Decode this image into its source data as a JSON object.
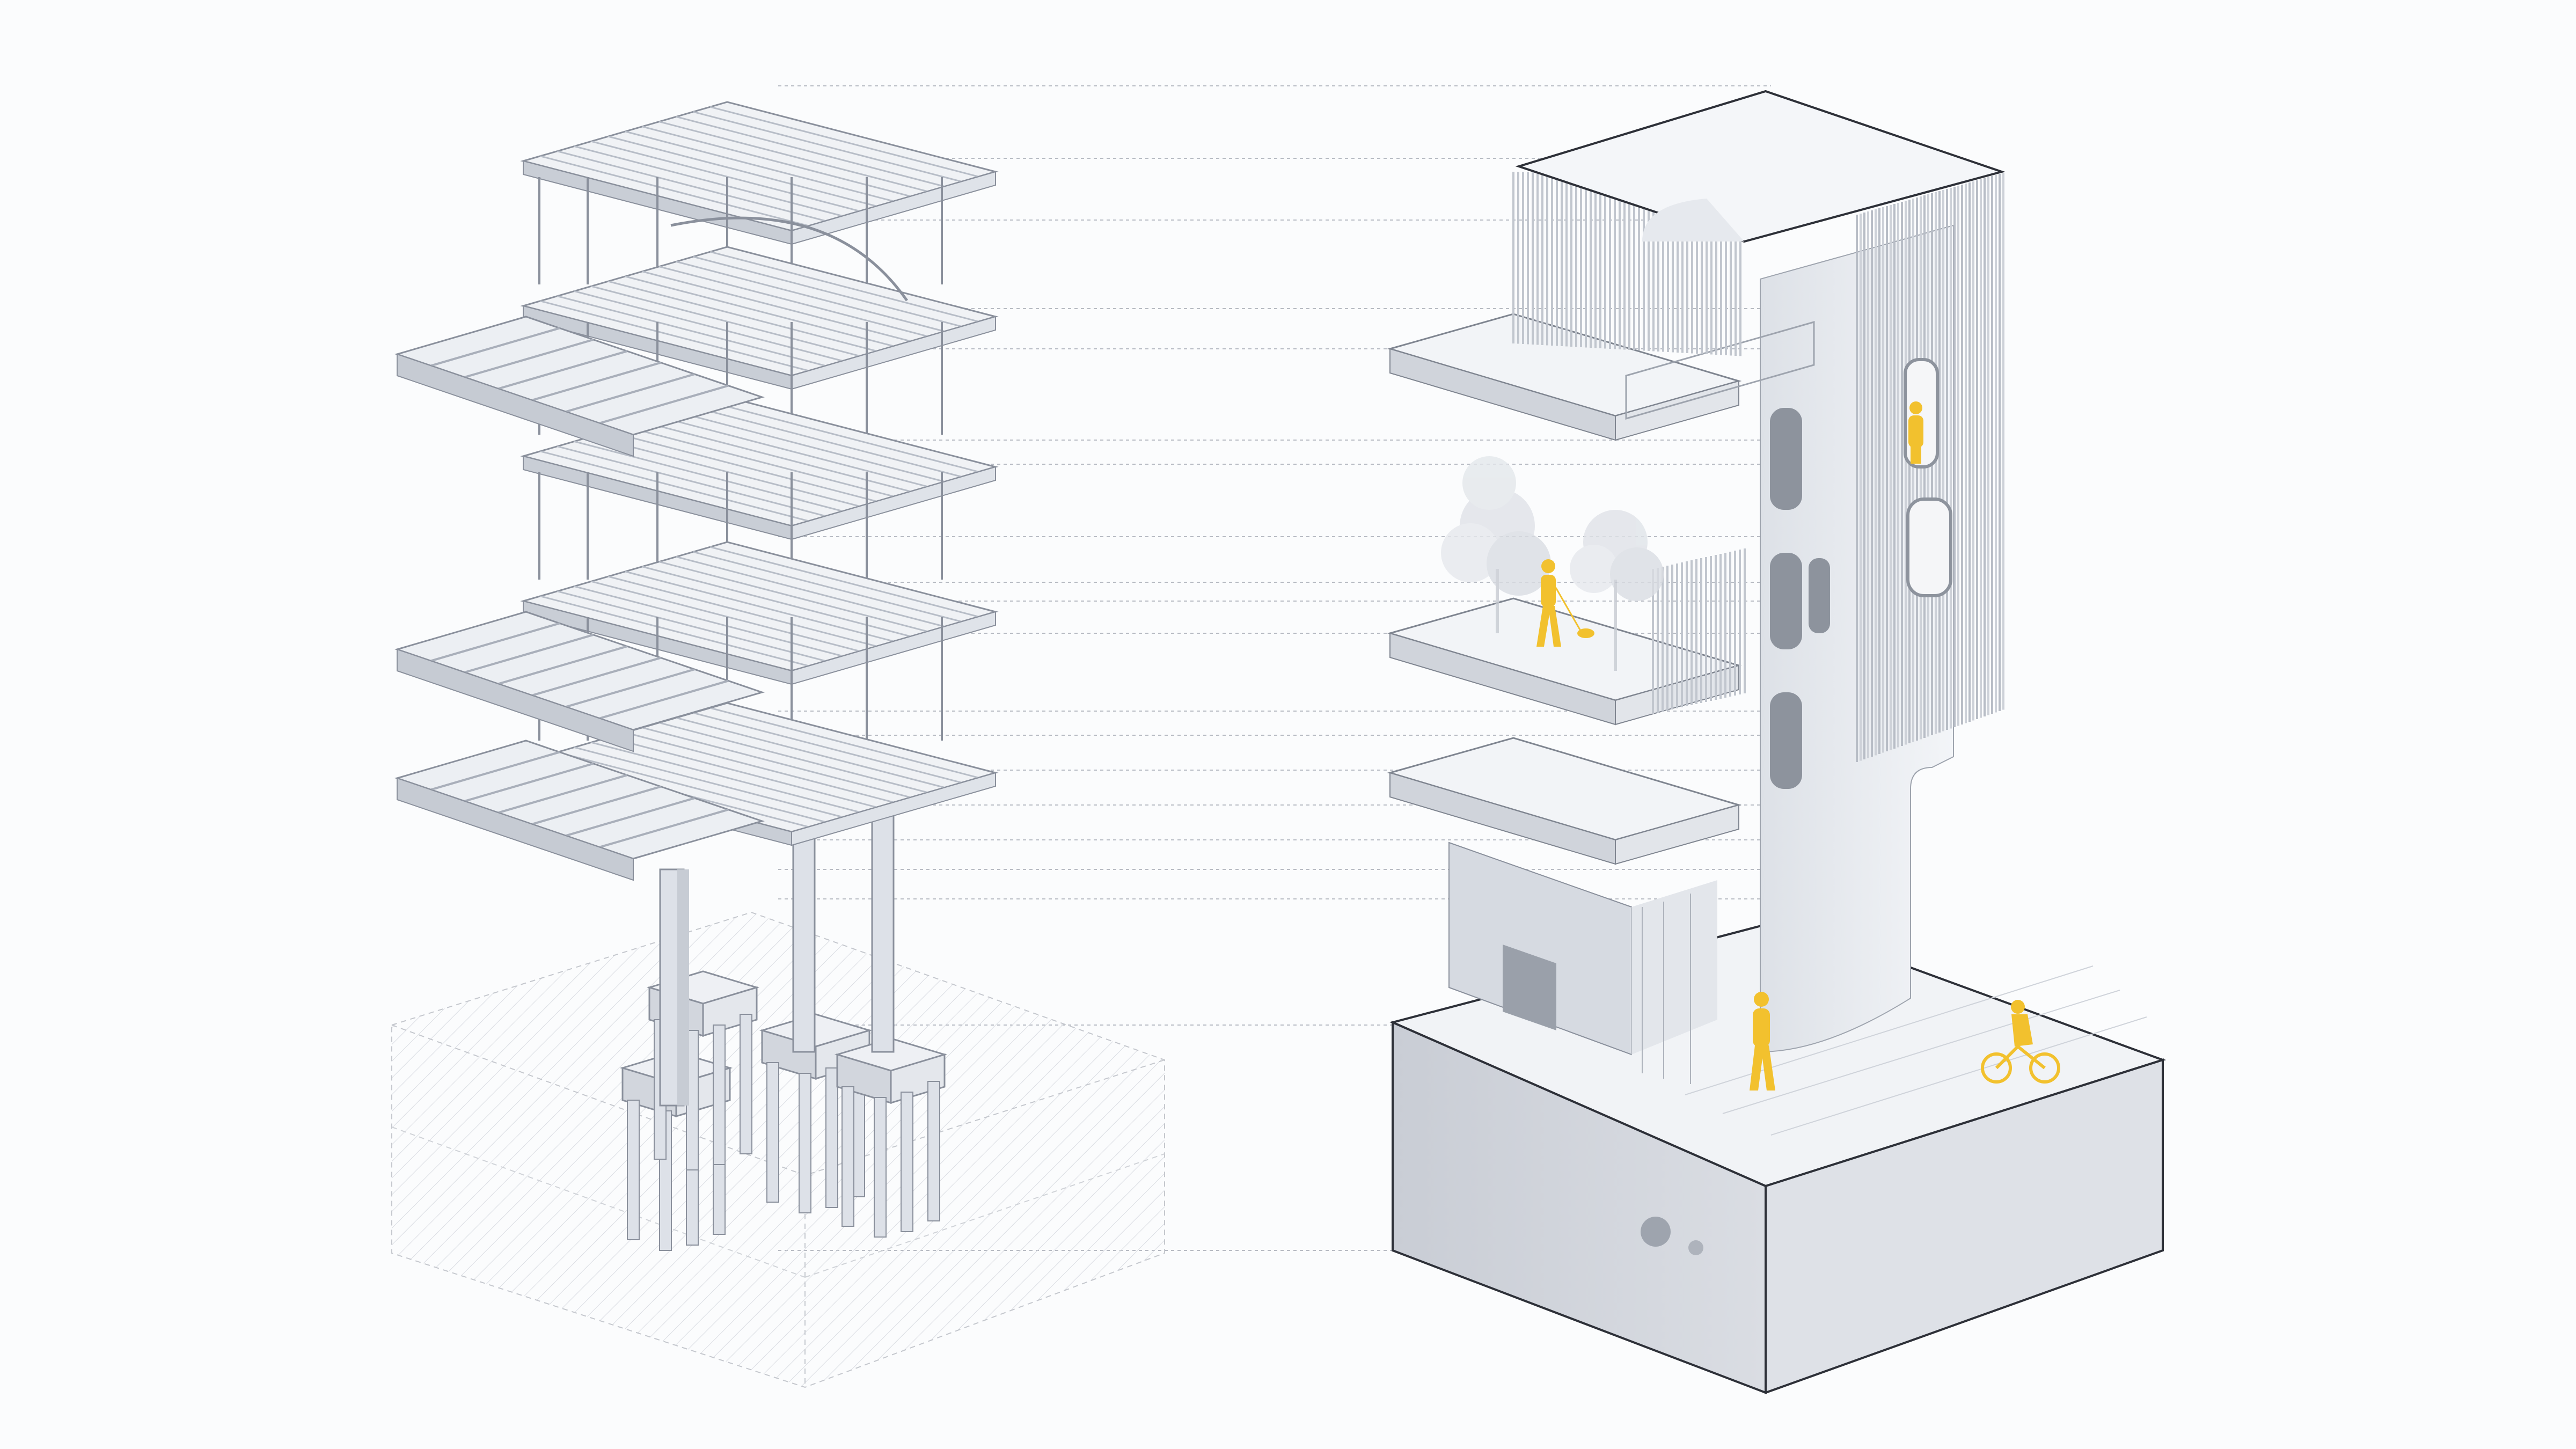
{
  "diagram": {
    "background": "#fbfcfd",
    "structure_color": "#dfe3ea",
    "structure_stroke": "#8a909c",
    "massing_color": "#e9ecf1",
    "massing_shadow": "#c6cbd4",
    "accent": "#f2c12e",
    "level_line_color": "#b7bbc3",
    "views": [
      {
        "id": "structural-frame",
        "floors": 5
      },
      {
        "id": "building-massing",
        "floors": 4
      }
    ],
    "figures": [
      {
        "id": "person-upper-balcony",
        "activity": "standing"
      },
      {
        "id": "person-dog-walker",
        "activity": "walking dog"
      },
      {
        "id": "person-street",
        "activity": "walking"
      },
      {
        "id": "cyclist",
        "activity": "cycling"
      }
    ],
    "level_lines_count": 20
  }
}
